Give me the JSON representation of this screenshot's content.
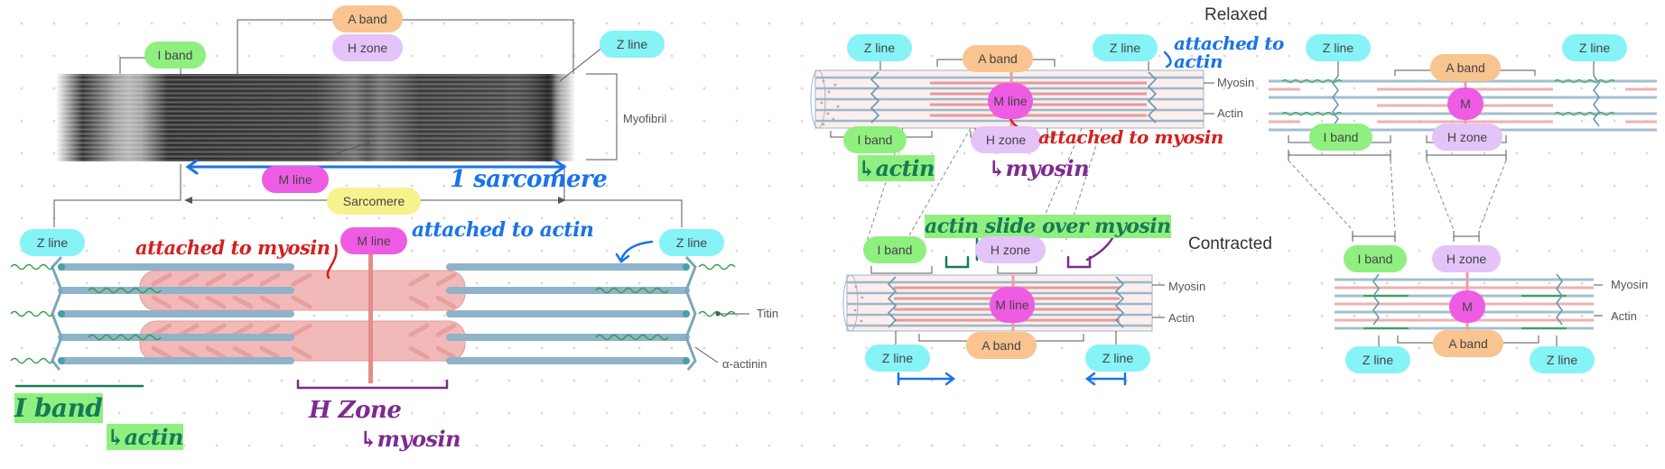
{
  "left_panel": {
    "micrograph_labels": {
      "a_band": "A band",
      "h_zone": "H zone",
      "i_band": "I band",
      "z_line": "Z line",
      "myofibril": "Myofibril",
      "m_line": "M line",
      "sarcomere": "Sarcomere"
    },
    "schematic_labels": {
      "z_line_left": "Z line",
      "m_line": "M line",
      "z_line_right": "Z line",
      "titin": "Titin",
      "alpha_actinin": "α-actinin"
    },
    "annotations": {
      "one_sarcomere": "1 sarcomere",
      "attached_to_myosin": "attached to myosin",
      "attached_to_actin": "attached to actin",
      "i_band": "I band",
      "actin": "↳actin",
      "h_zone": "H Zone",
      "myosin": "↳myosin"
    }
  },
  "middle_panel": {
    "relaxed_title": "Relaxed",
    "contracted_title": "Contracted",
    "relaxed_labels": {
      "z_line_left": "Z line",
      "a_band": "A band",
      "z_line_right": "Z line",
      "myosin": "Myosin",
      "m_line": "M line",
      "actin": "Actin",
      "i_band": "I band",
      "h_zone": "H zone"
    },
    "contracted_labels": {
      "i_band": "I band",
      "h_zone": "H zone",
      "myosin": "Myosin",
      "m_line": "M line",
      "actin": "Actin",
      "z_line_left": "Z line",
      "a_band": "A band",
      "z_line_right": "Z line"
    },
    "annotations": {
      "attached_to_actin": "attached to actin",
      "attached_to_myosin": "attached to myosin",
      "actin": "↳actin",
      "myosin": "↳myosin",
      "actin_slide_over_myosin": "actin slide over myosin"
    }
  },
  "right_panel": {
    "relaxed_labels": {
      "z_line_left": "Z line",
      "a_band": "A band",
      "z_line_right": "Z line",
      "m_line": "M",
      "i_band": "I band",
      "h_zone": "H zone"
    },
    "contracted_labels": {
      "i_band": "I band",
      "h_zone": "H zone",
      "myosin": "Myosin",
      "m_line": "M",
      "actin": "Actin",
      "z_line_left": "Z line",
      "a_band": "A band",
      "z_line_right": "Z line"
    }
  }
}
